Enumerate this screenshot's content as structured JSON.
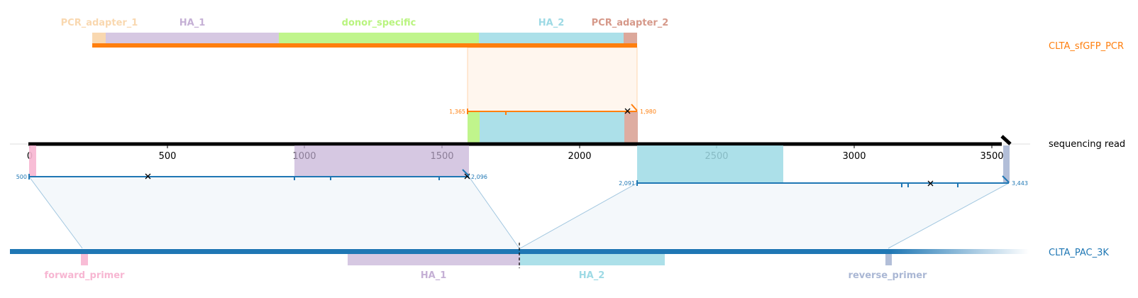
{
  "axis": {
    "ticks": [
      "0",
      "500",
      "1000",
      "1500",
      "2000",
      "2500",
      "3000",
      "3500"
    ]
  },
  "references": {
    "top": {
      "name": "CLTA_sfGFP_PCR",
      "color": "#ff7f0e"
    },
    "read": {
      "name": "sequencing read",
      "color": "#000000"
    },
    "bottom": {
      "name": "CLTA_PAC_3K",
      "color": "#1f77b4"
    }
  },
  "top_features": [
    {
      "name": "PCR_adapter_1",
      "color": "#f9d8b0"
    },
    {
      "name": "HA_1",
      "color": "#c5b0d5"
    },
    {
      "name": "donor_specific",
      "color": "#b9f47f"
    },
    {
      "name": "HA_2",
      "color": "#9edae5"
    },
    {
      "name": "PCR_adapter_2",
      "color": "#d6998a"
    }
  ],
  "bottom_features": [
    {
      "name": "forward_primer",
      "color": "#f7b6d2"
    },
    {
      "name": "HA_1",
      "color": "#c5b0d5"
    },
    {
      "name": "HA_2",
      "color": "#9edae5"
    },
    {
      "name": "reverse_primer",
      "color": "#aab7d4"
    }
  ],
  "alignments": [
    {
      "id": "top",
      "start_label": "1,365",
      "end_label": "1,980",
      "color": "#ff7f0e"
    },
    {
      "id": "bottom1",
      "start_label": "500",
      "end_label": "2,096",
      "color": "#1f77b4"
    },
    {
      "id": "bottom2",
      "start_label": "2,091",
      "end_label": "3,443",
      "color": "#1f77b4"
    }
  ]
}
